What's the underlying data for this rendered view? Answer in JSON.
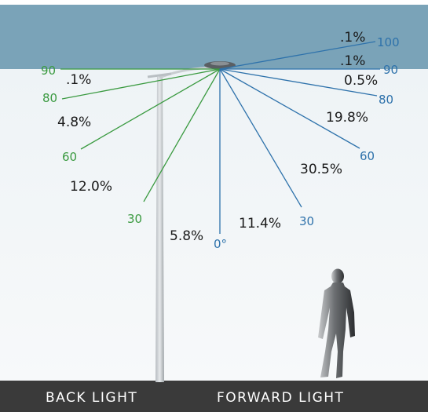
{
  "colors": {
    "sky": "#7aa3b8",
    "back_light": "#3a9a40",
    "forward_light": "#2e72ab",
    "ground": "#3a3a3a",
    "percent_text": "#1a1a1a"
  },
  "back_angles": [
    "90",
    "80",
    "60",
    "30"
  ],
  "forward_angles": [
    "0°",
    "30",
    "60",
    "80",
    "90",
    "100"
  ],
  "percentages": {
    "back_90": ".1%",
    "back_80_90": "4.8%",
    "back_60_80": "12.0%",
    "back_0_30": "5.8%",
    "forward_0_30": "11.4%",
    "forward_30_60": "30.5%",
    "forward_60_80": "19.8%",
    "forward_80_90": "0.5%",
    "forward_90_100": ".1%",
    "forward_above_100": ".1%"
  },
  "footer": {
    "back_label": "BACK LIGHT",
    "forward_label": "FORWARD LIGHT"
  },
  "icons": [
    "street-lamp-icon",
    "standing-person-icon"
  ]
}
